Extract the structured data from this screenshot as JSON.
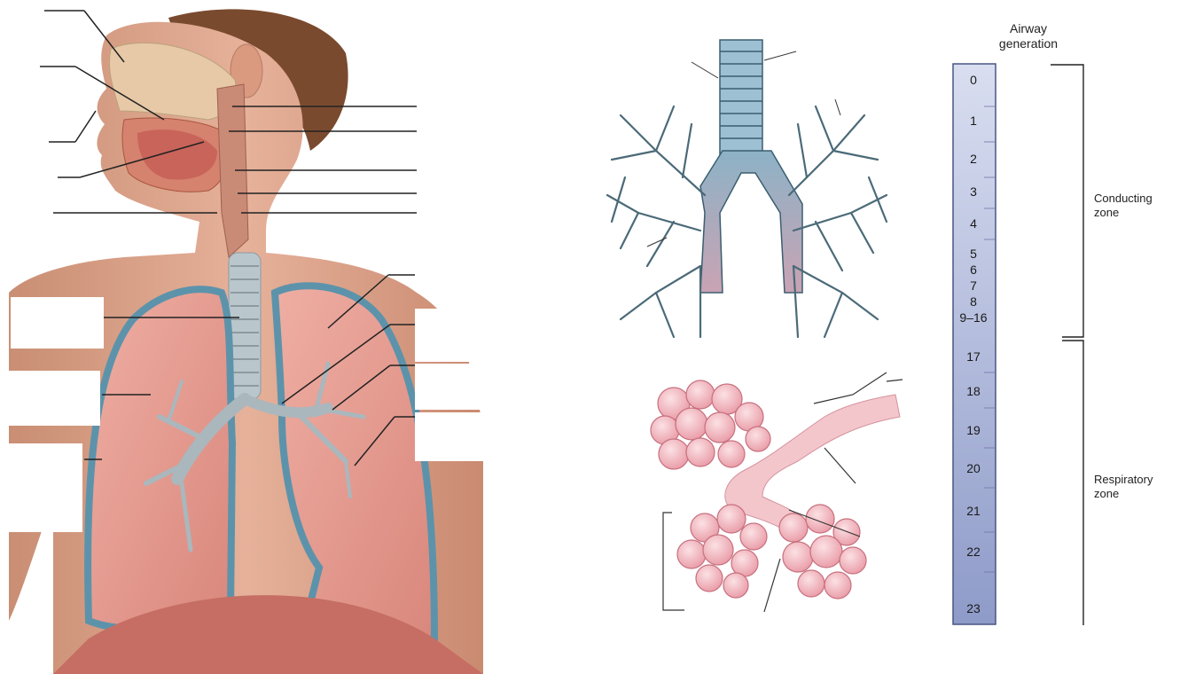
{
  "ruler": {
    "header": "Airway\ngeneration",
    "generations": [
      "0",
      "1",
      "2",
      "3",
      "4",
      "5",
      "6",
      "7",
      "8",
      "9–16",
      "17",
      "18",
      "19",
      "20",
      "21",
      "22",
      "23"
    ],
    "conducting_label": "Conducting\nzone",
    "respiratory_label": "Respiratory\nzone"
  },
  "colors": {
    "skin": "#e8b49a",
    "lung": "#e79a8e",
    "pleura": "#5c93ab",
    "airway": "#8fb3c7",
    "alveoli": "#f2b6be",
    "ruler": "#a9b5d8"
  }
}
